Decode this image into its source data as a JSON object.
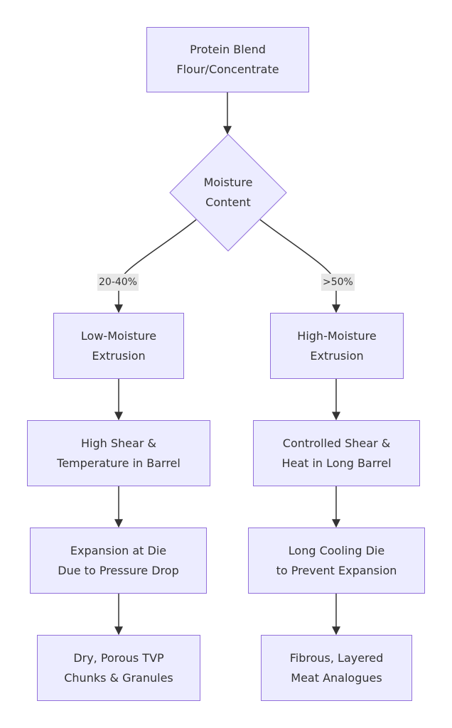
{
  "diagram": {
    "colors": {
      "node_fill": "#ECECFF",
      "node_border": "#9370DB",
      "edge": "#333333",
      "label_bg": "#e8e8e8"
    },
    "start": {
      "line1": "Protein Blend",
      "line2": "Flour/Concentrate"
    },
    "decision": {
      "line1": "Moisture",
      "line2": "Content"
    },
    "branches": {
      "left_label": "20-40%",
      "right_label": ">50%"
    },
    "left": [
      {
        "line1": "Low-Moisture",
        "line2": "Extrusion"
      },
      {
        "line1": "High Shear &",
        "line2": "Temperature in Barrel"
      },
      {
        "line1": "Expansion at Die",
        "line2": "Due to Pressure Drop"
      },
      {
        "line1": "Dry, Porous TVP",
        "line2": "Chunks & Granules"
      }
    ],
    "right": [
      {
        "line1": "High-Moisture",
        "line2": "Extrusion"
      },
      {
        "line1": "Controlled Shear &",
        "line2": "Heat in Long Barrel"
      },
      {
        "line1": "Long Cooling Die",
        "line2": "to Prevent Expansion"
      },
      {
        "line1": "Fibrous, Layered",
        "line2": "Meat Analogues"
      }
    ]
  }
}
